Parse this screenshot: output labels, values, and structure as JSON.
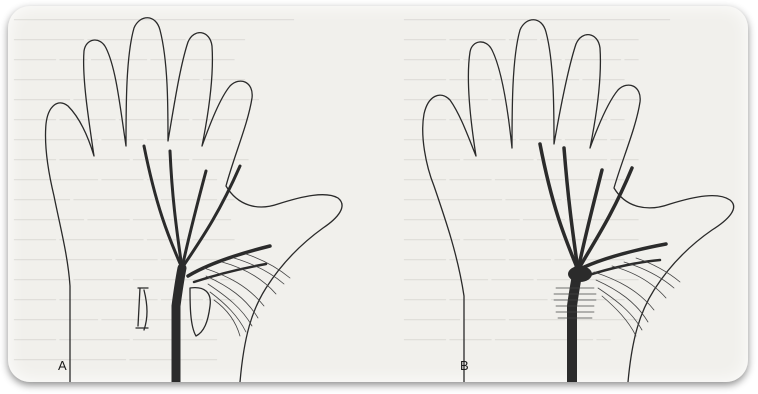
{
  "figure": {
    "panels": [
      {
        "id": "A",
        "label": "A"
      },
      {
        "id": "B",
        "label": "B"
      }
    ]
  }
}
